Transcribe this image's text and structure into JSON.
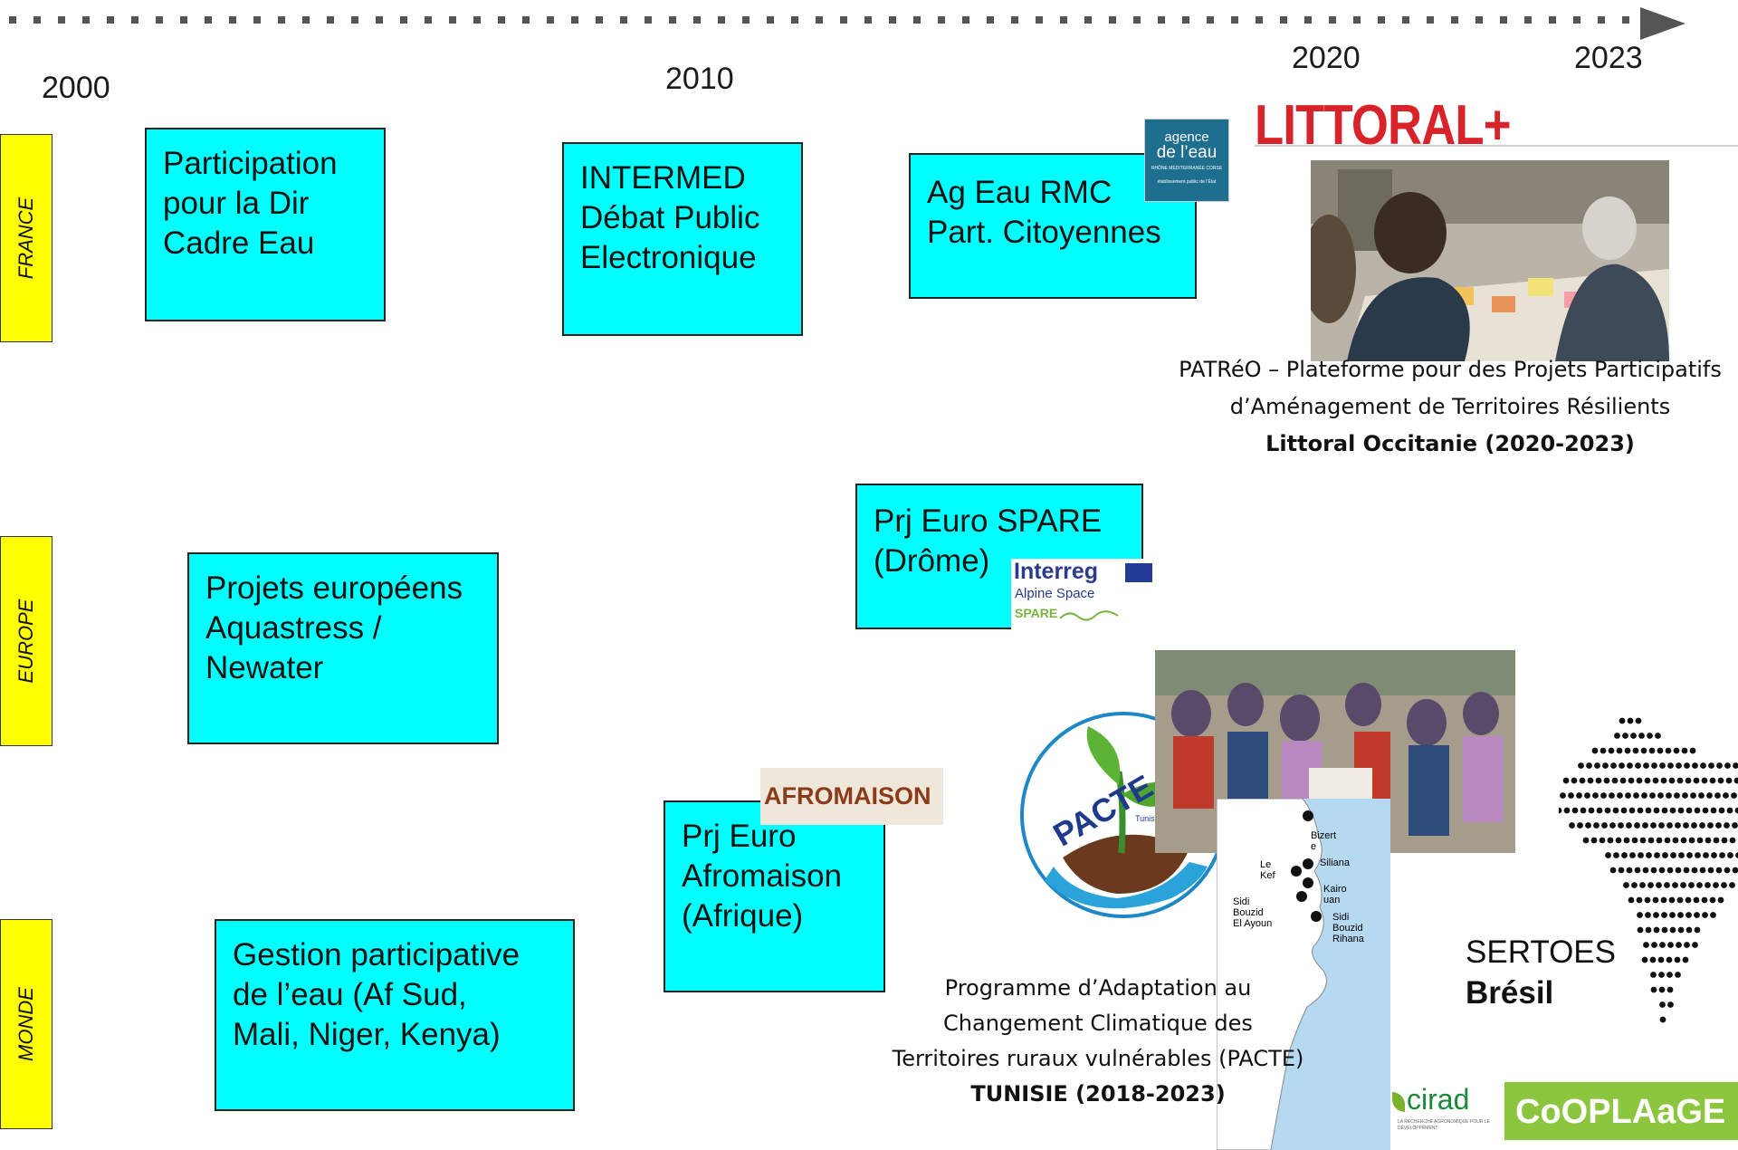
{
  "timeline": {
    "years": [
      "2000",
      "2010",
      "2020",
      "2023"
    ]
  },
  "regions": {
    "france": "FRANCE",
    "europe": "EUROPE",
    "monde": "MONDE"
  },
  "boxes": {
    "participation": "Participation\npour la Dir\nCadre Eau",
    "intermed": "INTERMED\nDébat Public\nElectronique",
    "ageau": "Ag Eau RMC\nPart. Citoyennes",
    "spare": "Prj Euro SPARE\n(Drôme)",
    "europeens": "Projets européens\nAquastress /\nNewater",
    "afromaison": "Prj Euro\nAfromaison\n(Afrique)",
    "gestion": "Gestion participative\nde l’eau (Af Sud,\nMali, Niger, Kenya)"
  },
  "littoral": {
    "logo": "LITTORAL+",
    "caption_line1": "PATRéO – Plateforme pour des Projets Participatifs",
    "caption_line2": "d’Aménagement de Territoires Résilients",
    "caption_bold": "Littoral Occitanie (2020-2023)"
  },
  "agence": {
    "line1": "agence",
    "line2": "de l’eau",
    "sub": "RHÔNE MÉDITERRANÉE CORSE",
    "tiny": "établissement public de l’État"
  },
  "interreg": {
    "name": "Interreg",
    "sub": "Alpine Space",
    "project": "SPARE"
  },
  "afro_logo": "AFROMAISON",
  "pacte": {
    "logo": "PACTE",
    "logo_sub": "Tunisie",
    "caption_line1": "Programme d’Adaptation au",
    "caption_line2": "Changement Climatique des",
    "caption_line3": "Territoires ruraux vulnérables (PACTE)",
    "caption_bold": "TUNISIE (2018-2023)"
  },
  "map_labels": {
    "bizerte": "Bizert\ne",
    "siliana": "Siliana",
    "lekef": "Le\nKef",
    "kairouan": "Kairo\nuan",
    "sidi_bouzid_el_ayoun": "Sidi\nBouzid\nEl Ayoun",
    "sidi_bouzid_rihana": "Sidi\nBouzid\nRihana"
  },
  "sertoes": {
    "label": "SERTOES",
    "bold": "Brésil"
  },
  "partners": {
    "cirad": "cirad",
    "cirad_sub": "LA RECHERCHE AGRONOMIQUE POUR LE DÉVELOPPEMENT",
    "cooplaage": "CoOPLAaGE"
  },
  "colors": {
    "box": "#00ffff",
    "region": "#ffff00",
    "littoral_red": "#d9232a",
    "agence_teal": "#1e6f8f",
    "cooplaage_green": "#8cc63f"
  }
}
